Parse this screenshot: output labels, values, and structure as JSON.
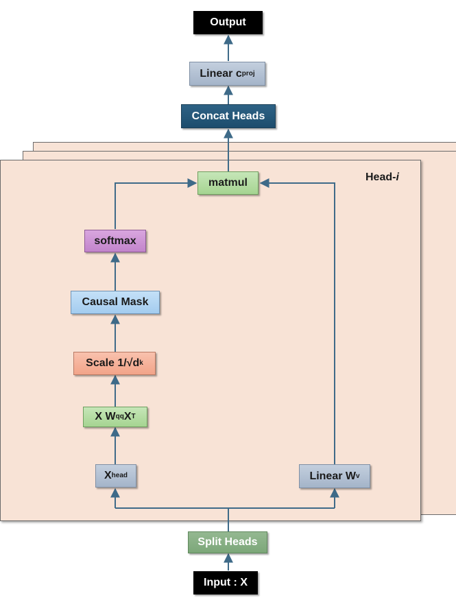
{
  "nodes": {
    "output": "Output",
    "linear_cproj": {
      "main": "Linear c",
      "sub": "proj"
    },
    "concat_heads": "Concat Heads",
    "matmul": "matmul",
    "softmax": "softmax",
    "causal_mask": "Causal Mask",
    "scale": {
      "main": "Scale 1/√d",
      "sub": "k"
    },
    "xwqqxt": {
      "a": "X W",
      "sub": "qq",
      "b": " X",
      "sup": "T"
    },
    "x_head": {
      "main": "X",
      "sub": "head"
    },
    "linear_wv": {
      "main": "Linear W",
      "sub": "v"
    },
    "split_heads": "Split Heads",
    "input": "Input : X"
  },
  "head_label": {
    "prefix": "Head-",
    "index": "i"
  },
  "colors": {
    "layer_fill": "#f8e3d6",
    "wire": "#3e6a88",
    "output_fill": "#000000",
    "proj_fill": "#a4b4c9",
    "concat_fill": "#1d4d6d",
    "matmul_fill": "#a5d491",
    "softmax_fill": "#c284cb",
    "mask_fill": "#a3ccef",
    "scale_fill": "#f2a489",
    "split_fill": "#7ca779"
  }
}
